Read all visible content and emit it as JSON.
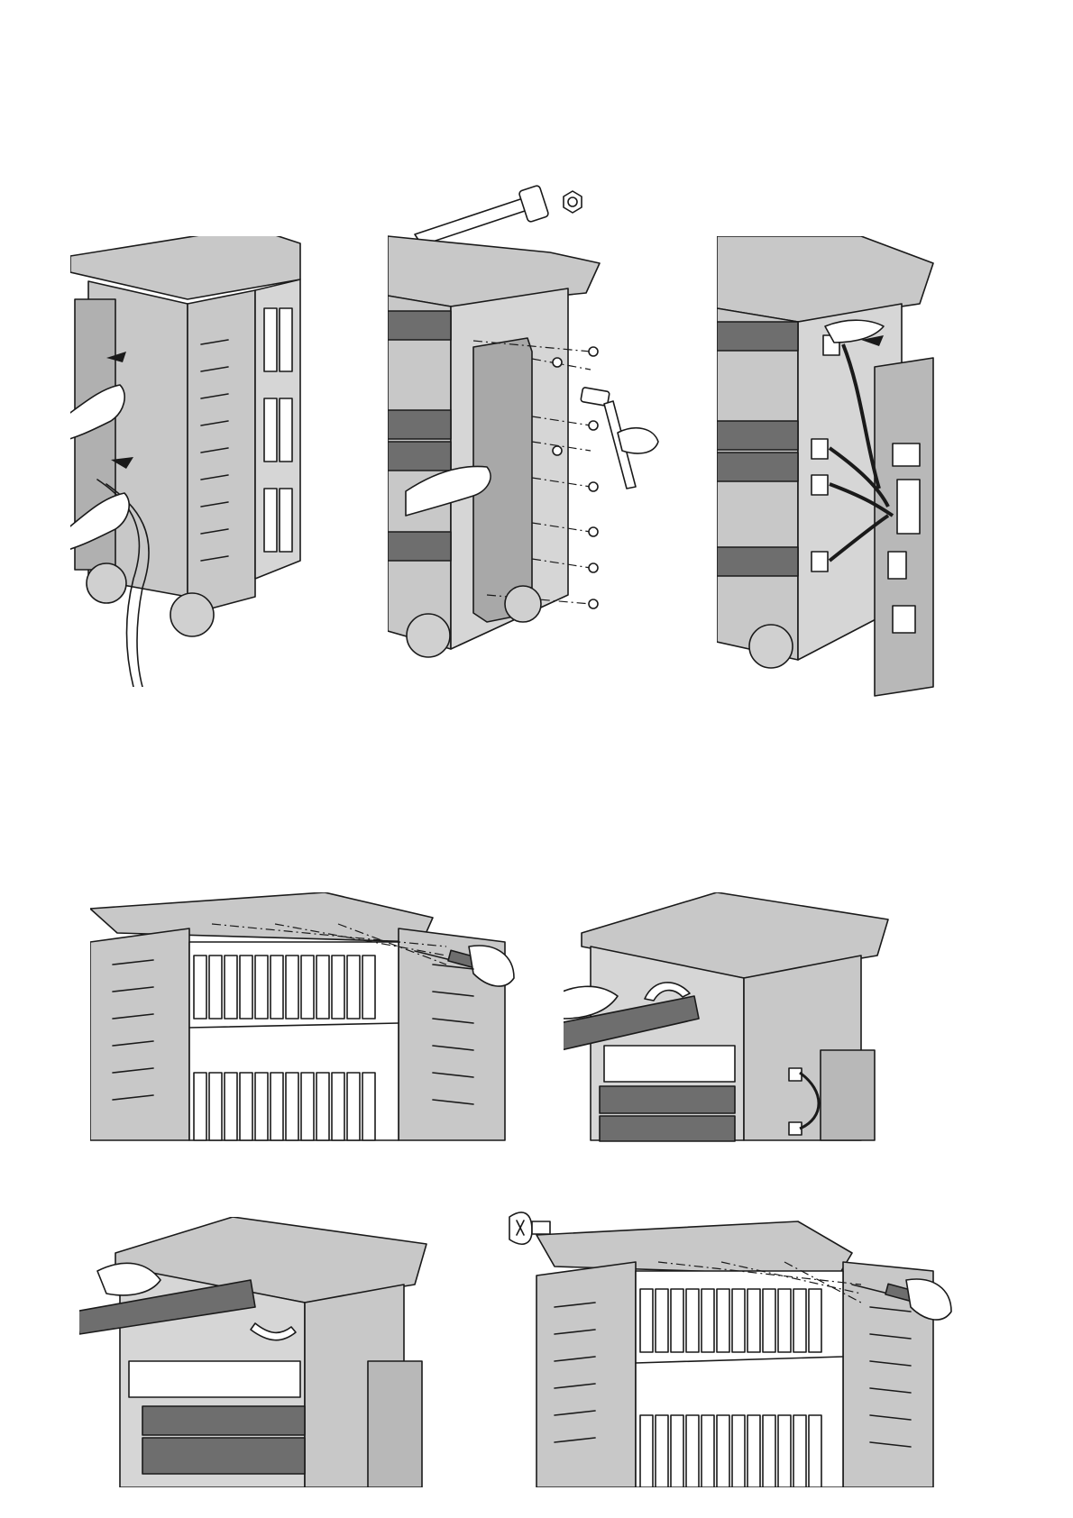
{
  "figures": [
    {
      "id": "p1",
      "icon": "cart-power-cord-unplug-illustration"
    },
    {
      "id": "p2",
      "icon": "cart-cable-cover-removal-illustration",
      "tool_icon": "socket-wrench-icon"
    },
    {
      "id": "p3",
      "icon": "cart-connector-disconnect-illustration"
    },
    {
      "id": "p4",
      "icon": "cart-shelf-screw-removal-illustration"
    },
    {
      "id": "p5",
      "icon": "cart-outlet-strip-removal-illustration"
    },
    {
      "id": "p6",
      "icon": "cart-outlet-strip-install-illustration",
      "tool_icon": "phillips-screw-icon"
    },
    {
      "id": "p7",
      "icon": "cart-shelf-screw-install-illustration"
    }
  ],
  "colors": {
    "cart_gray": "#c8c8c8",
    "dark_gray": "#6e6e6e",
    "outline": "#1a1a1a",
    "paper": "#ffffff"
  }
}
